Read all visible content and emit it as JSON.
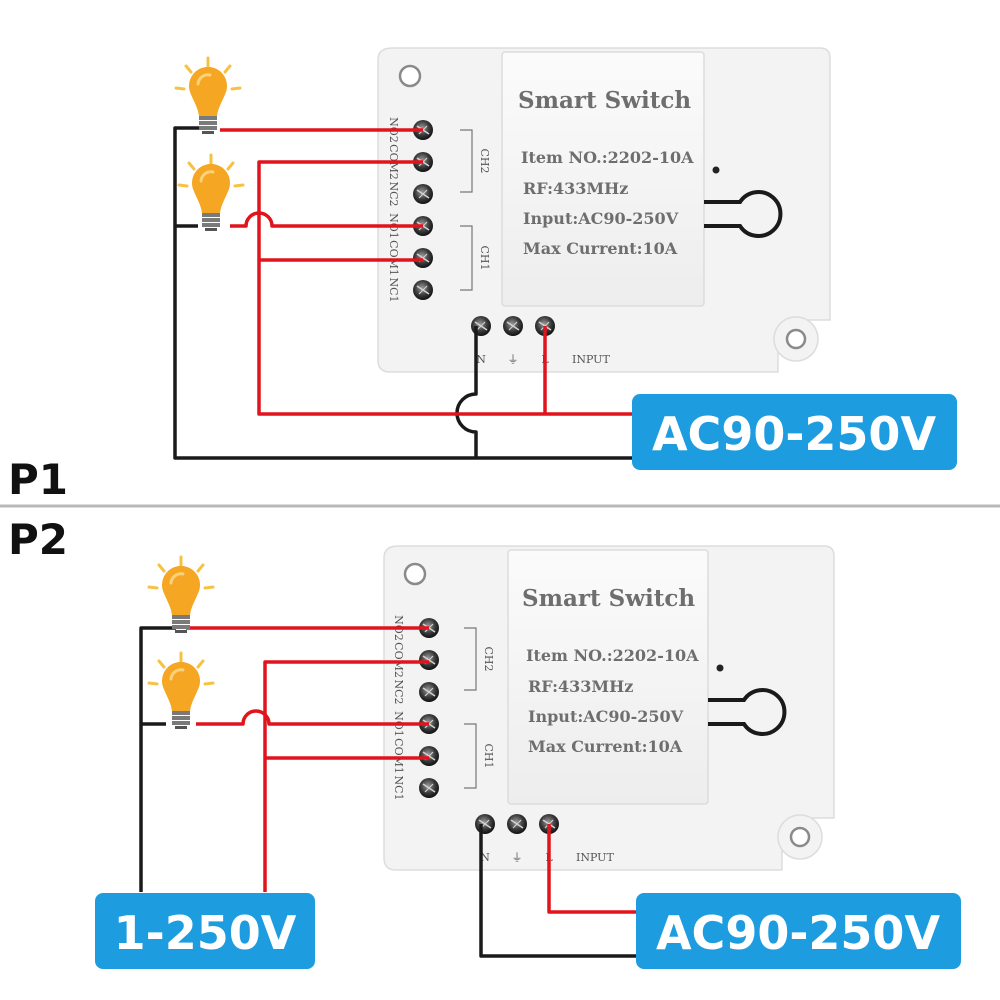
{
  "colors": {
    "wire_live": "#e0141c",
    "wire_neutral": "#1a1a1a",
    "label_box": "#1d9ce0",
    "bulb": "#f5a623",
    "module_body": "#f2f2f2",
    "divider": "#b9b9b9"
  },
  "panels": [
    {
      "label": "P1",
      "module": {
        "title": "Smart Switch",
        "specs": {
          "item": "Item NO.:2202-10A",
          "rf": "RF:433MHz",
          "input": "Input:AC90-250V",
          "max_current": "Max Current:10A"
        },
        "terminals": [
          "NO2",
          "COM2",
          "NC2",
          "NO1",
          "COM1",
          "NC1"
        ],
        "channels": [
          "CH2",
          "CH1"
        ],
        "input_terminals": {
          "n": "N",
          "ground": "⏚",
          "l": "L",
          "input": "INPUT"
        }
      },
      "supply_label": "AC90-250V",
      "icons": [
        "bulb-icon",
        "bulb-icon"
      ]
    },
    {
      "label": "P2",
      "module": {
        "title": "Smart Switch",
        "specs": {
          "item": "Item NO.:2202-10A",
          "rf": "RF:433MHz",
          "input": "Input:AC90-250V",
          "max_current": "Max Current:10A"
        },
        "terminals": [
          "NO2",
          "COM2",
          "NC2",
          "NO1",
          "COM1",
          "NC1"
        ],
        "channels": [
          "CH2",
          "CH1"
        ],
        "input_terminals": {
          "n": "N",
          "ground": "⏚",
          "l": "L",
          "input": "INPUT"
        }
      },
      "supply_label": "AC90-250V",
      "load_supply_label": "1-250V",
      "icons": [
        "bulb-icon",
        "bulb-icon"
      ]
    }
  ]
}
